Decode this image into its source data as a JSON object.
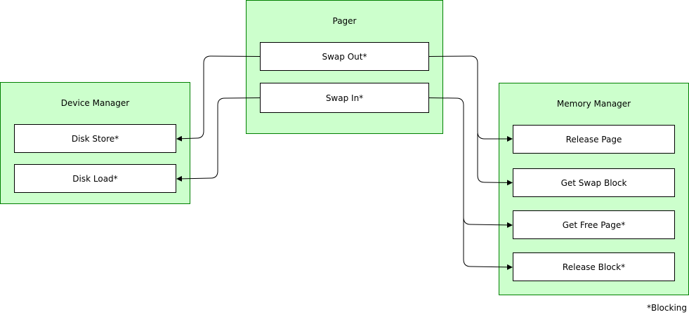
{
  "pager": {
    "title": "Pager",
    "swap_out": "Swap Out*",
    "swap_in": "Swap In*"
  },
  "device_manager": {
    "title": "Device Manager",
    "disk_store": "Disk Store*",
    "disk_load": "Disk Load*"
  },
  "memory_manager": {
    "title": "Memory Manager",
    "release_page": "Release Page",
    "get_swap_block": "Get Swap Block",
    "get_free_page": "Get Free Page*",
    "release_block": "Release Block*"
  },
  "footnote": "*Blocking",
  "colors": {
    "container_fill": "#ccffcc",
    "container_border": "#008000",
    "node_fill": "#ffffff",
    "edge": "#000000"
  }
}
